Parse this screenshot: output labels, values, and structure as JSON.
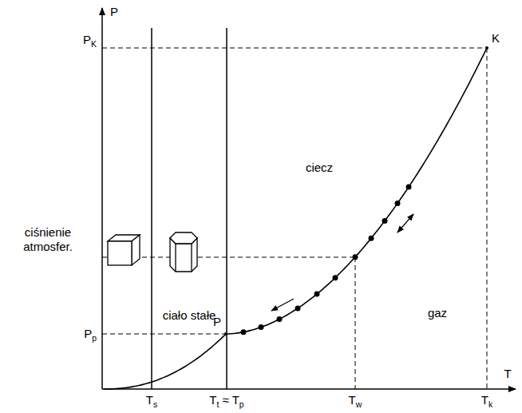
{
  "diagram": {
    "labels": [
      "PK",
      "P",
      "ciśnienie atmosfer.",
      "ciecz",
      "ciało stałe",
      "gaz",
      "Pp",
      "P",
      "K",
      "T",
      "Ts",
      "Tt ≈ Tp",
      "Tw",
      "Tk"
    ]
  }
}
